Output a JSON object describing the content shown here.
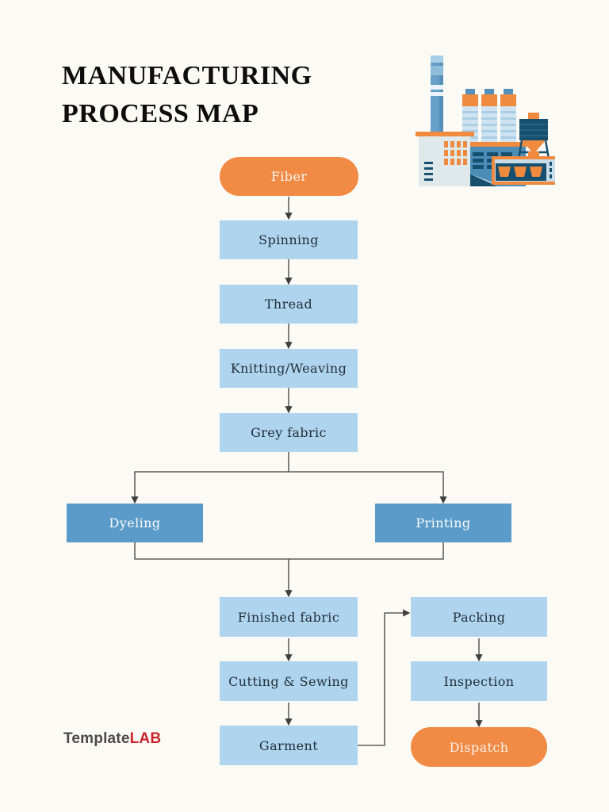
{
  "header": {
    "title_line1": "MANUFACTURING",
    "title_line2": "PROCESS MAP"
  },
  "branding": {
    "name_part1": "Template",
    "name_part2": "LAB"
  },
  "flowchart": {
    "nodes": [
      {
        "label": "Fiber",
        "type": "terminal"
      },
      {
        "label": "Spinning",
        "type": "process"
      },
      {
        "label": "Thread",
        "type": "process"
      },
      {
        "label": "Knitting/Weaving",
        "type": "process"
      },
      {
        "label": "Grey fabric",
        "type": "process"
      },
      {
        "label": "Dyeling",
        "type": "branch"
      },
      {
        "label": "Printing",
        "type": "branch"
      },
      {
        "label": "Finished fabric",
        "type": "process"
      },
      {
        "label": "Cutting & Sewing",
        "type": "process"
      },
      {
        "label": "Garment",
        "type": "process"
      },
      {
        "label": "Packing",
        "type": "process"
      },
      {
        "label": "Inspection",
        "type": "process"
      },
      {
        "label": "Dispatch",
        "type": "terminal"
      }
    ]
  },
  "illustration": {
    "name": "factory"
  },
  "colors": {
    "background": "#fcfaf5",
    "terminal_orange": "#f08a44",
    "process_light_blue": "#aed4ee",
    "branch_medium_blue": "#5b9bc9",
    "box_text_dark": "#232f3a",
    "box_text_light": "#fbf3ec",
    "connector_gray": "#3f3f3f",
    "title_black": "#0d0d0d",
    "logo_gray": "#4a4a4c",
    "logo_red": "#c8232c",
    "factory_dark_blue": "#174f6e",
    "factory_mid_blue": "#4c8db8",
    "factory_orange": "#ef8a3f"
  }
}
